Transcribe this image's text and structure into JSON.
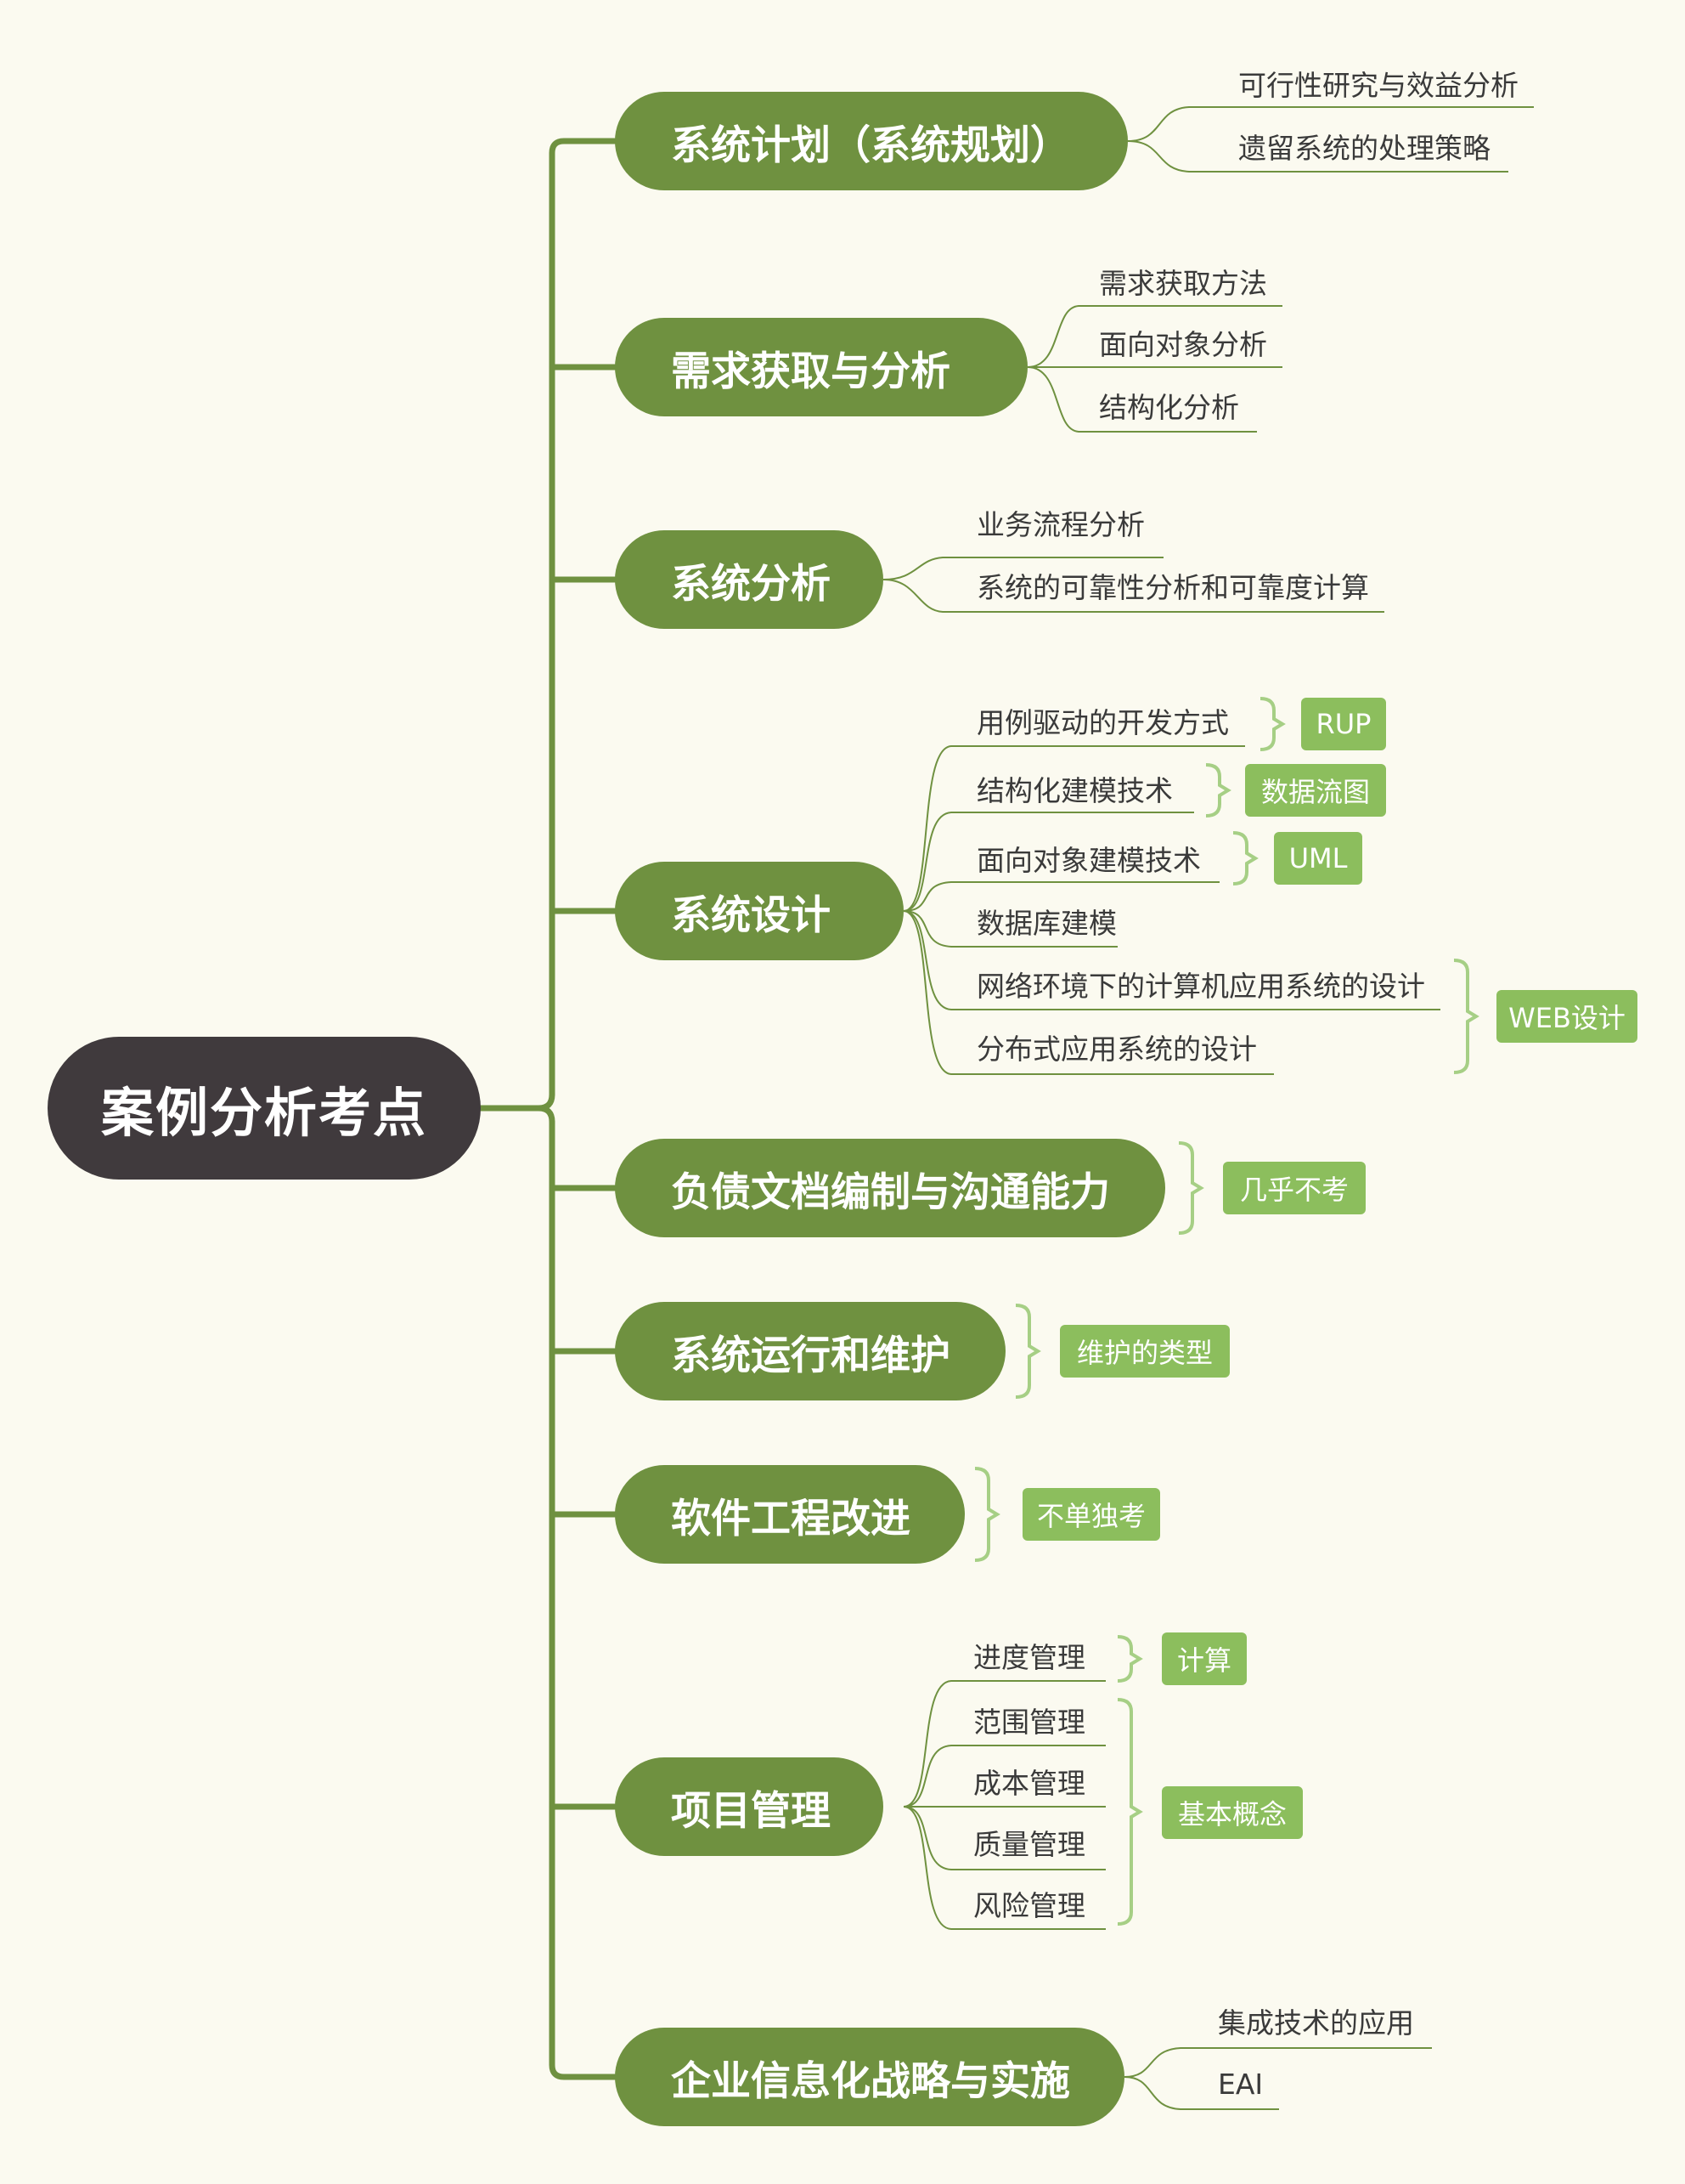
{
  "root": {
    "label": "案例分析考点"
  },
  "branches": [
    {
      "label": "系统计划（系统规划）",
      "children": [
        "可行性研究与效益分析",
        "遗留系统的处理策略"
      ]
    },
    {
      "label": "需求获取与分析",
      "children": [
        "需求获取方法",
        "面向对象分析",
        "结构化分析"
      ]
    },
    {
      "label": "系统分析",
      "children": [
        "业务流程分析",
        "系统的可靠性分析和可靠度计算"
      ]
    },
    {
      "label": "系统设计",
      "children": [
        "用例驱动的开发方式",
        "结构化建模技术",
        "面向对象建模技术",
        "数据库建模",
        "网络环境下的计算机应用系统的设计",
        "分布式应用系统的设计"
      ]
    },
    {
      "label": "负债文档编制与沟通能力",
      "children": []
    },
    {
      "label": "系统运行和维护",
      "children": []
    },
    {
      "label": "软件工程改进",
      "children": []
    },
    {
      "label": "项目管理",
      "children": [
        "进度管理",
        "范围管理",
        "成本管理",
        "质量管理",
        "风险管理"
      ]
    },
    {
      "label": "企业信息化战略与实施",
      "children": [
        "集成技术的应用",
        "EAI"
      ]
    }
  ],
  "summaries": [
    "RUP",
    "数据流图",
    "UML",
    "WEB设计",
    "几乎不考",
    "维护的类型",
    "不单独考",
    "计算",
    "基本概念"
  ],
  "colors": {
    "root": "#403a3d",
    "branch": "#6f9140",
    "tag": "#8cbe5d",
    "line": "#6f9140",
    "bracket": "#a6cf85",
    "background": "#fbfaf0"
  }
}
